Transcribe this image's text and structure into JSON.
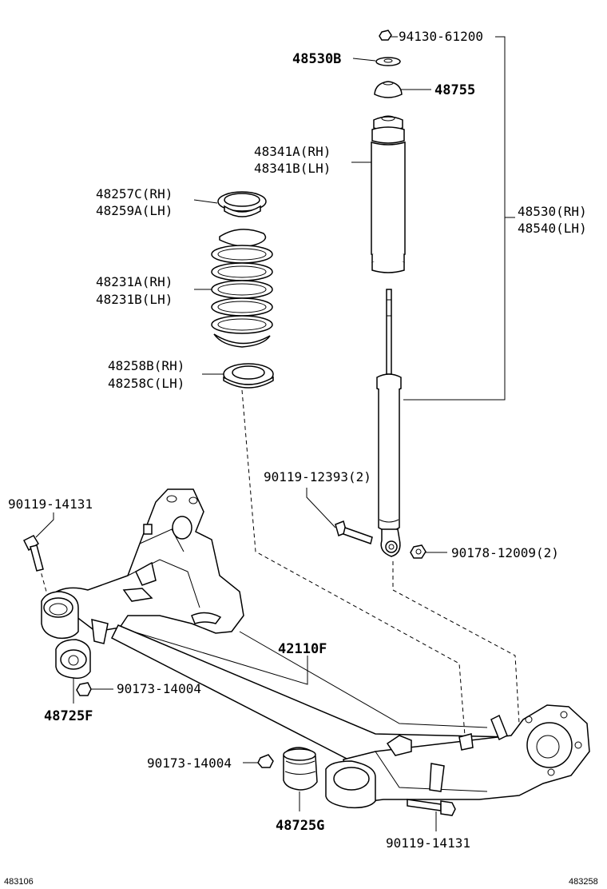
{
  "labels": {
    "nut_top": "94130-61200",
    "insulator": "48530B",
    "cushion": "48755",
    "bumper_rh": "48341A(RH)",
    "bumper_lh": "48341B(LH)",
    "assy_rh": "48530(RH)",
    "assy_lh": "48540(LH)",
    "upper_seat_rh": "48257C(RH)",
    "upper_seat_lh": "48259A(LH)",
    "spring_rh": "48231A(RH)",
    "spring_lh": "48231B(LH)",
    "lower_seat_rh": "48258B(RH)",
    "lower_seat_lh": "48258C(LH)",
    "bolt_shock": "90119-12393(2)",
    "nut_shock": "90178-12009(2)",
    "bolt_left": "90119-14131",
    "beam": "42110F",
    "nut_bush_left": "90173-14004",
    "bush_left": "48725F",
    "nut_bush_right": "90173-14004",
    "bush_right": "48725G",
    "bolt_right": "90119-14131"
  },
  "footer": {
    "left_code": "483106",
    "right_code": "483258"
  }
}
